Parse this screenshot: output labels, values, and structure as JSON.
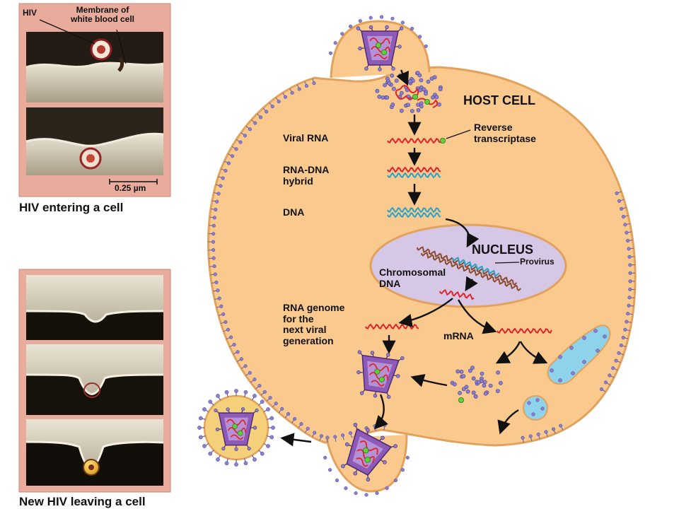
{
  "micrograph_top": {
    "caption": "HIV entering a cell",
    "label_hiv": "HIV",
    "label_membrane": "Membrane of\nwhite blood cell",
    "scale_bar": "0.25 µm"
  },
  "micrograph_bottom": {
    "caption": "New HIV leaving a cell"
  },
  "diagram": {
    "host_cell": "HOST CELL",
    "viral_rna": "Viral RNA",
    "reverse_transcriptase": "Reverse\ntranscriptase",
    "rna_dna_hybrid": "RNA-DNA\nhybrid",
    "dna": "DNA",
    "nucleus": "NUCLEUS",
    "provirus": "Provirus",
    "chromosomal_dna": "Chromosomal\nDNA",
    "rna_genome": "RNA genome\nfor the\nnext viral\ngeneration",
    "mrna": "mRNA"
  },
  "colors": {
    "panel_bg": "#e8ab9c",
    "cell_fill": "#f9c98e",
    "cell_stroke": "#e2a25c",
    "nucleus_fill": "#d6c7e6",
    "rna": "#e0242a",
    "dna": "#2aa3c8",
    "chromosomal": "#8b4a2b",
    "capsid": "#8e5ab8",
    "protein": "#8a7fd0",
    "enzyme": "#5fcf3a",
    "er_fill": "#8fd3ea"
  }
}
